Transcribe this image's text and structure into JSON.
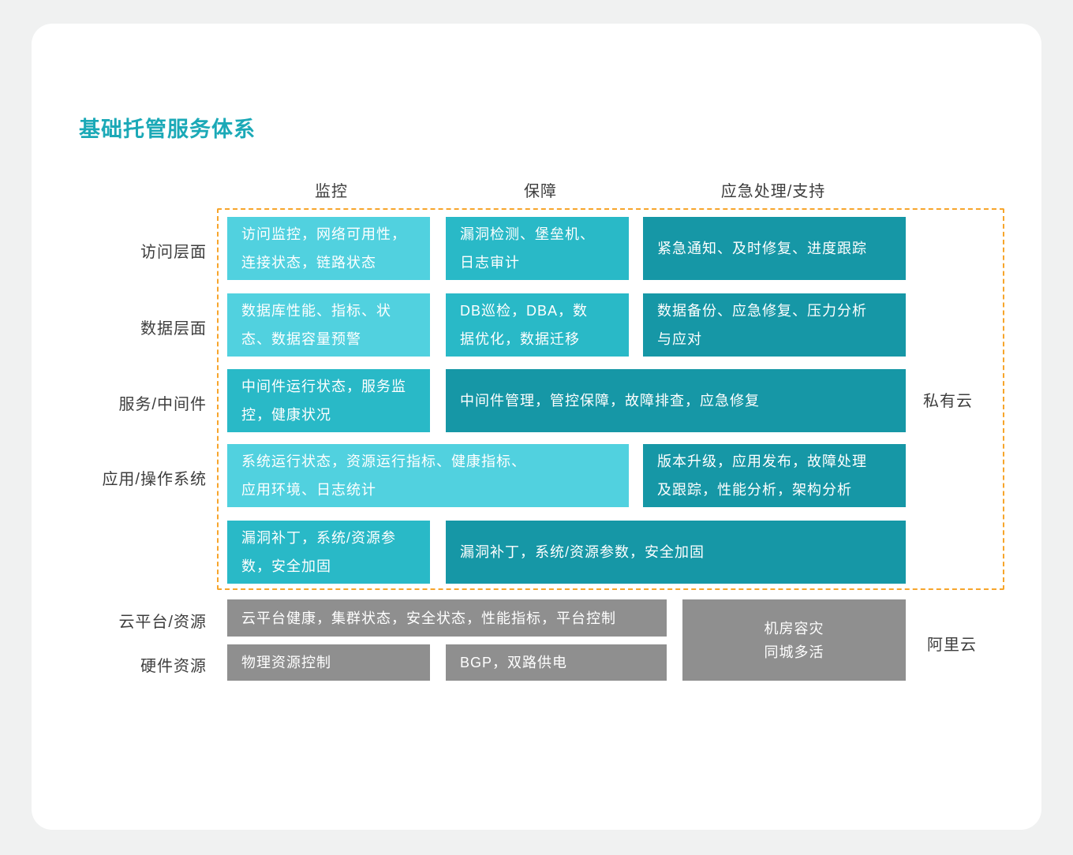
{
  "title": "基础托管服务体系",
  "column_headers": [
    "监控",
    "保障",
    "应急处理/支持"
  ],
  "row_labels": [
    "访问层面",
    "数据层面",
    "服务/中间件",
    "应用/操作系统",
    "云平台/资源",
    "硬件资源"
  ],
  "zone_labels": {
    "private_cloud": "私有云",
    "ali_cloud": "阿里云"
  },
  "cells": {
    "access_monitoring": "访问监控，网络可用性，\n连接状态，链路状态",
    "access_assurance": "漏洞检测、堡垒机、\n日志审计",
    "access_emergency": "紧急通知、及时修复、进度跟踪",
    "data_monitoring": "数据库性能、指标、状\n态、数据容量预警",
    "data_assurance": "DB巡检，DBA，数\n据优化，数据迁移",
    "data_emergency": "数据备份、应急修复、压力分析\n与应对",
    "middleware_monitoring": "中间件运行状态，服务监\n控，健康状况",
    "middleware_management": "中间件管理，管控保障，故障排查，应急修复",
    "system_monitoring": "系统运行状态，资源运行指标、健康指标、\n应用环境、日志统计",
    "system_emergency": "版本升级，应用发布，故障处理\n及跟踪，性能分析，架构分析",
    "patch_monitoring": "漏洞补丁，系统/资源参\n数，安全加固",
    "patch_management": "漏洞补丁，系统/资源参数，安全加固",
    "cloud_platform": "云平台健康，集群状态，安全状态，性能指标，平台控制",
    "physical_resource": "物理资源控制",
    "power_network": "BGP，双路供电",
    "datacenter": "机房容灾\n同城多活"
  },
  "colors": {
    "title_teal": "#1BA9B7",
    "cell_light": "#51D1DF",
    "cell_medium": "#29B9C7",
    "cell_dark": "#1697A6",
    "cell_gray": "#8F8F8F",
    "dashed_border_orange": "#F7A52B",
    "label_text": "#3D3D3D"
  }
}
